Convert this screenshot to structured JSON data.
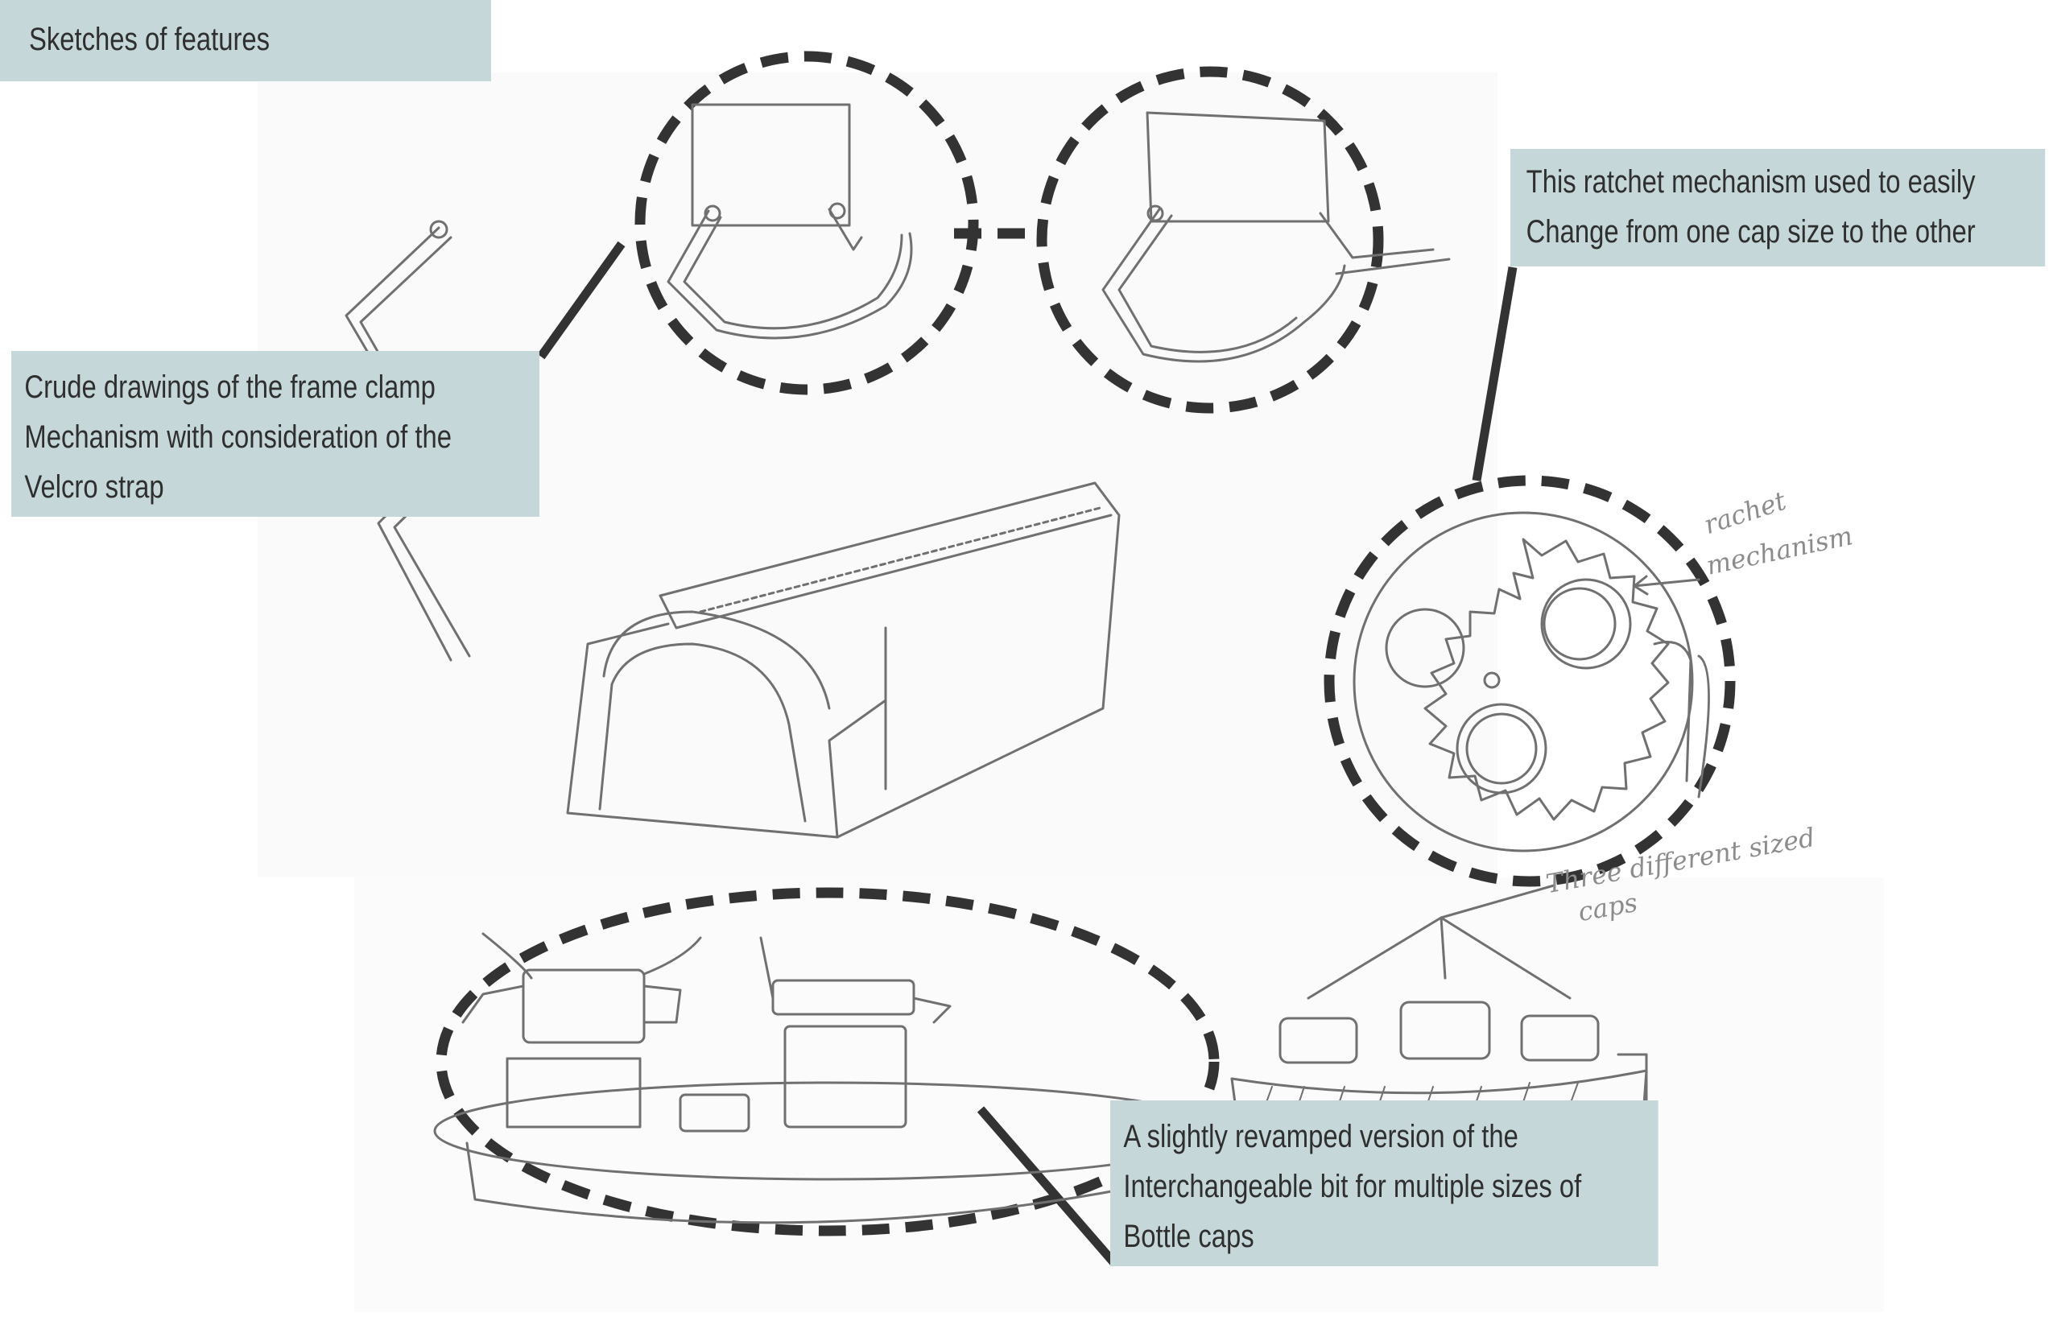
{
  "title": "Sketches of features",
  "annotations": {
    "clamp": [
      "Crude drawings of the frame clamp",
      "Mechanism with consideration of the",
      "Velcro strap"
    ],
    "ratchet": [
      "This ratchet mechanism used to easily",
      "Change from one cap size to the other"
    ],
    "revamp": [
      "A slightly revamped version of the",
      "Interchangeable bit for multiple sizes of",
      "Bottle caps"
    ]
  },
  "handwritten": {
    "ratchet_note_1": "rachet",
    "ratchet_note_2": "mechanism",
    "caps_note_1": "Three different sized",
    "caps_note_2": "caps"
  },
  "colors": {
    "label_bg": "#c5d7d9",
    "label_text": "#2f2f2f",
    "dash": "#333333",
    "pencil": "#707070"
  }
}
